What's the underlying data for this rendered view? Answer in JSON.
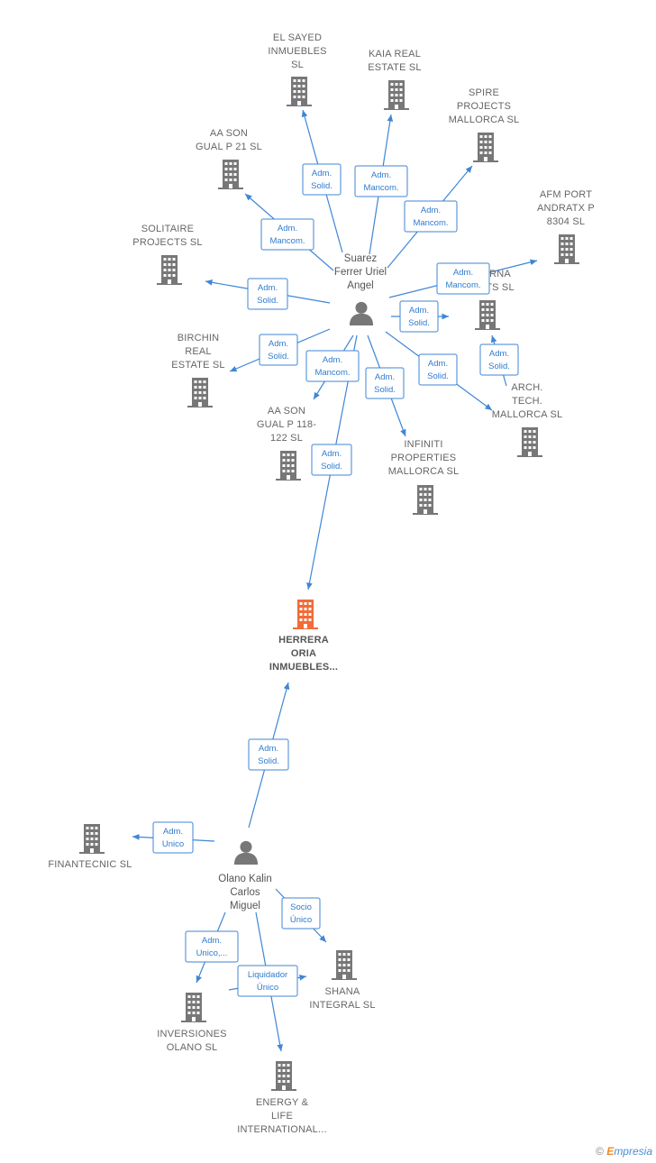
{
  "companies": [
    {
      "id": "el-sayed",
      "lines": [
        "EL SAYED",
        "INMUEBLES",
        "SL"
      ]
    },
    {
      "id": "kaia",
      "lines": [
        "KAIA REAL",
        "ESTATE  SL"
      ]
    },
    {
      "id": "spire",
      "lines": [
        "SPIRE",
        "PROJECTS",
        "MALLORCA  SL"
      ]
    },
    {
      "id": "aa-son-21",
      "lines": [
        "AA SON",
        "GUAL P 21  SL"
      ]
    },
    {
      "id": "afm",
      "lines": [
        "AFM PORT",
        "ANDRATX P",
        "8304  SL"
      ]
    },
    {
      "id": "solitaire",
      "lines": [
        "SOLITAIRE",
        "PROJECTS  SL"
      ]
    },
    {
      "id": "rna",
      "lines": [
        "RNA",
        "TS  SL"
      ]
    },
    {
      "id": "birchin",
      "lines": [
        "BIRCHIN",
        "REAL",
        "ESTATE  SL"
      ]
    },
    {
      "id": "arch",
      "lines": [
        "ARCH.",
        "TECH.",
        "MALLORCA SL"
      ]
    },
    {
      "id": "aa-son-118",
      "lines": [
        "AA SON",
        "GUAL P 118-",
        "122  SL"
      ]
    },
    {
      "id": "infiniti",
      "lines": [
        "INFINITI",
        "PROPERTIES",
        "MALLORCA  SL"
      ]
    },
    {
      "id": "herrera",
      "lines": [
        "HERRERA",
        "ORIA",
        "INMUEBLES..."
      ],
      "highlight": true
    },
    {
      "id": "finantecnic",
      "lines": [
        "FINANTECNIC SL"
      ]
    },
    {
      "id": "shana",
      "lines": [
        "SHANA",
        "INTEGRAL  SL"
      ]
    },
    {
      "id": "inversiones",
      "lines": [
        "INVERSIONES",
        "OLANO  SL"
      ]
    },
    {
      "id": "energy",
      "lines": [
        "ENERGY &",
        "LIFE",
        "INTERNATIONAL..."
      ]
    }
  ],
  "persons": [
    {
      "id": "suarez",
      "lines": [
        "Suarez",
        "Ferrer Uriel",
        "Angel"
      ]
    },
    {
      "id": "olano",
      "lines": [
        "Olano Kalin",
        "Carlos",
        "Miguel"
      ]
    }
  ],
  "relations": [
    {
      "id": "el-sayed",
      "lines": [
        "Adm.",
        "Solid."
      ]
    },
    {
      "id": "kaia",
      "lines": [
        "Adm.",
        "Mancom."
      ]
    },
    {
      "id": "spire",
      "lines": [
        "Adm.",
        "Mancom."
      ]
    },
    {
      "id": "aa-son-21",
      "lines": [
        "Adm.",
        "Mancom."
      ]
    },
    {
      "id": "afm",
      "lines": [
        "Adm.",
        "Mancom."
      ]
    },
    {
      "id": "solitaire",
      "lines": [
        "Adm.",
        "Solid."
      ]
    },
    {
      "id": "rna",
      "lines": [
        "Adm.",
        "Solid."
      ]
    },
    {
      "id": "birchin",
      "lines": [
        "Adm.",
        "Solid."
      ]
    },
    {
      "id": "aa-son-118",
      "lines": [
        "Adm.",
        "Mancom."
      ]
    },
    {
      "id": "infiniti",
      "lines": [
        "Adm.",
        "Solid."
      ]
    },
    {
      "id": "arch",
      "lines": [
        "Adm.",
        "Solid."
      ]
    },
    {
      "id": "arch-rna",
      "lines": [
        "Adm.",
        "Solid."
      ]
    },
    {
      "id": "herrera-suarez",
      "lines": [
        "Adm.",
        "Solid."
      ]
    },
    {
      "id": "herrera-olano",
      "lines": [
        "Adm.",
        "Solid."
      ]
    },
    {
      "id": "finantecnic",
      "lines": [
        "Adm.",
        "Unico"
      ]
    },
    {
      "id": "shana",
      "lines": [
        "Socio",
        "Único"
      ]
    },
    {
      "id": "inversiones",
      "lines": [
        "Adm.",
        "Unico,..."
      ]
    },
    {
      "id": "energy",
      "lines": [
        "Liquidador",
        "Único"
      ]
    }
  ],
  "colors": {
    "edge": "#3f86d6",
    "building": "#777777",
    "highlight": "#f26b38",
    "person": "#777777"
  },
  "footer": {
    "copyright": "©",
    "brand_initial": "E",
    "brand_rest": "mpresia"
  }
}
